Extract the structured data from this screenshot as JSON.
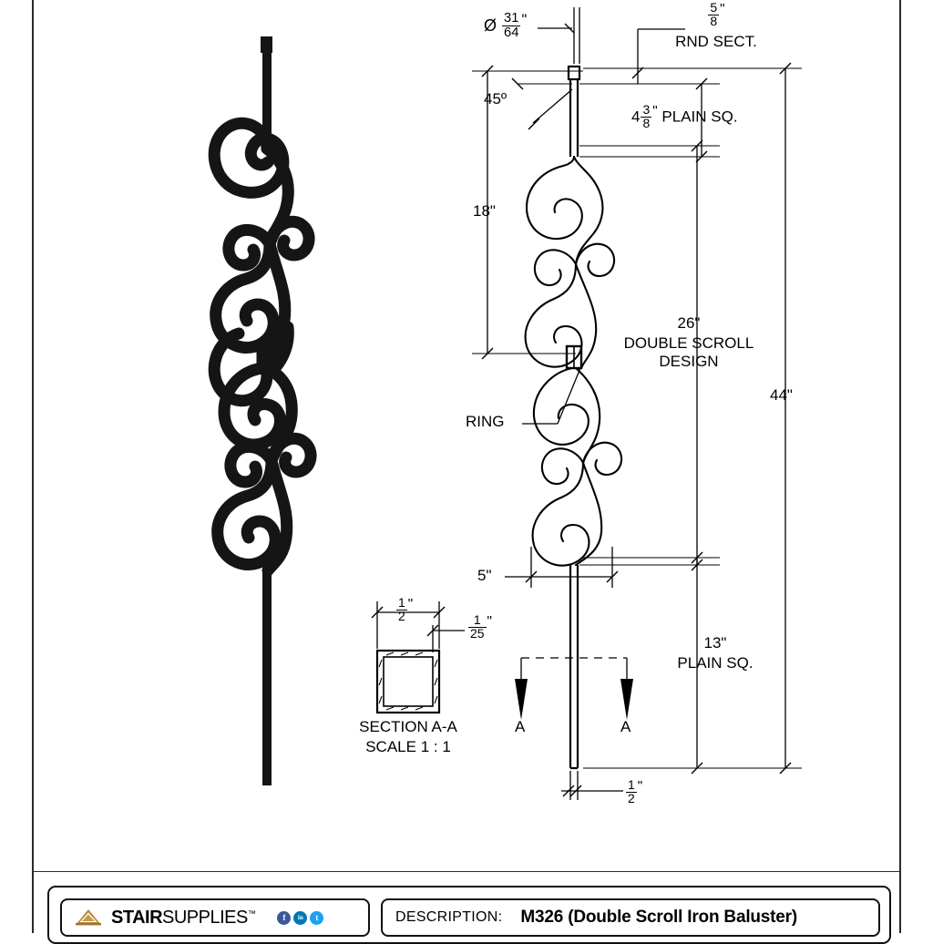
{
  "drawing": {
    "type": "engineering-technical-drawing",
    "title": "M326 (Double Scroll Iron Baluster)",
    "overall_height_in": 44,
    "annotations": {
      "dia_top": {
        "prefix": "Ø",
        "num": "31",
        "den": "64",
        "unit": "\""
      },
      "rnd_sect": {
        "num": "5",
        "den": "8",
        "unit": "\"",
        "label": "RND SECT."
      },
      "angle": "45º",
      "plain_sq_top": {
        "whole": "4",
        "num": "3",
        "den": "8",
        "unit": "\"",
        "label": "PLAIN SQ."
      },
      "height_18": "18\"",
      "scroll_26": {
        "value": "26\"",
        "line1": "DOUBLE SCROLL",
        "line2": "DESIGN"
      },
      "overall_44": "44\"",
      "ring": "RING",
      "width_5": "5\"",
      "plain_sq_bottom": {
        "value": "13\"",
        "label": "PLAIN SQ."
      },
      "bottom_half": {
        "num": "1",
        "den": "2",
        "unit": "\""
      },
      "section_width": {
        "num": "1",
        "den": "2",
        "unit": "\""
      },
      "wall_thickness": {
        "num": "1",
        "den": "25",
        "unit": "\""
      },
      "section_title": "SECTION A-A",
      "section_scale": "SCALE 1 : 1",
      "arrow_label_left": "A",
      "arrow_label_right": "A"
    }
  },
  "title_block": {
    "logo": {
      "brand_bold": "STAIR",
      "brand_light": "SUPPLIES",
      "tm": "™",
      "triangle_color": "#B8893A"
    },
    "social": [
      {
        "name": "facebook-icon",
        "glyph": "f",
        "color": "#3b5998"
      },
      {
        "name": "linkedin-icon",
        "glyph": "in",
        "color": "#0077b5"
      },
      {
        "name": "twitter-icon",
        "glyph": "t",
        "color": "#1da1f2"
      }
    ],
    "description_label": "DESCRIPTION:",
    "description_value": "M326 (Double Scroll Iron Baluster)"
  },
  "colors": {
    "ink": "#000000",
    "frame": "#2b2b2b",
    "paper": "#ffffff",
    "gold": "#B8893A"
  }
}
